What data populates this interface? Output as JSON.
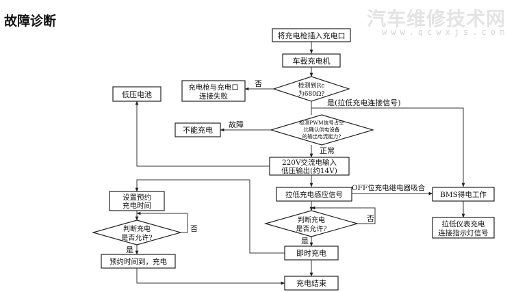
{
  "title": "故障诊断",
  "watermark": {
    "main": "汽车维修技术网",
    "url": "www.qcwxjs.com"
  },
  "nodes": {
    "insert_plug": "将充电枪插入充电口",
    "onboard_charger": "车载充电机",
    "detect_rc": [
      "检测到Rc",
      "为680Ω?"
    ],
    "plug_fail": [
      "充电枪与充电口",
      "连接失败"
    ],
    "pwm_check": [
      "检测PWM信号占空",
      "比确认供电设备",
      "的输出电流能力?"
    ],
    "cannot_charge": "不能充电",
    "lv_battery": "低压电池",
    "ac_input": [
      "220V交流电输入",
      "低压输出(约14V)"
    ],
    "pull_low_sense": "拉低充电感应信号",
    "bms": "BMS得电工作",
    "pull_low_indicator": [
      "拉低仪表充电",
      "连接指示灯信号"
    ],
    "judge_right": [
      "判断充电",
      "是否允许?"
    ],
    "instant_charge": "即时充电",
    "set_schedule": [
      "设置预约",
      "充电时间"
    ],
    "judge_left": [
      "判断充电",
      "是否允许?"
    ],
    "scheduled_time": "预约时间到，充电",
    "end": "充电结束"
  },
  "edge_labels": {
    "no_rc": "否",
    "yes_rc": "是(拉低充电连接信号)",
    "fault": "故障",
    "normal": "正常",
    "off_relay": "OFF位充电继电器吸合",
    "no_right": "否",
    "yes_right": "是",
    "no_left": "否",
    "yes_left": "是"
  }
}
